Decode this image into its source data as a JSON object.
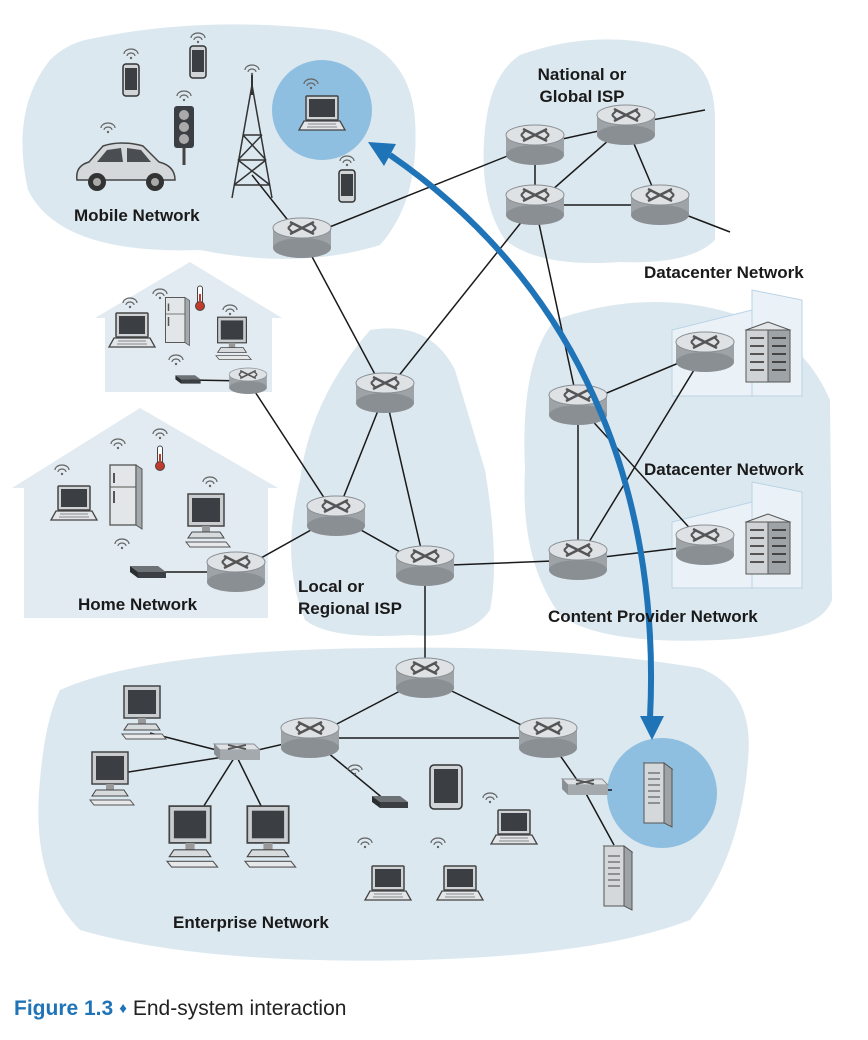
{
  "diagram": {
    "regions": {
      "mobile": "Mobile Network",
      "isp_national": [
        "National or",
        "Global ISP"
      ],
      "datacenter_top": "Datacenter Network",
      "datacenter_bottom": "Datacenter Network",
      "isp_local": [
        "Local or",
        "Regional ISP"
      ],
      "home": "Home Network",
      "content": "Content Provider Network",
      "enterprise": "Enterprise Network"
    },
    "colors": {
      "region_fill": "#dce8f0",
      "house_fill": "#e2ebf1",
      "highlight": "#8fbfe0",
      "arrow": "#1f73b7",
      "link": "#1a1a1a"
    },
    "icons": [
      "router-icon",
      "switch-icon",
      "laptop-icon",
      "desktop-icon",
      "phone-icon",
      "tablet-icon",
      "server-icon",
      "cell-tower-icon",
      "car-icon",
      "traffic-light-icon",
      "refrigerator-icon",
      "thermometer-icon",
      "wireless-ap-icon",
      "datacenter-icon"
    ]
  },
  "caption": {
    "figure": "Figure 1.3",
    "separator": "♦",
    "text": "End-system interaction"
  }
}
